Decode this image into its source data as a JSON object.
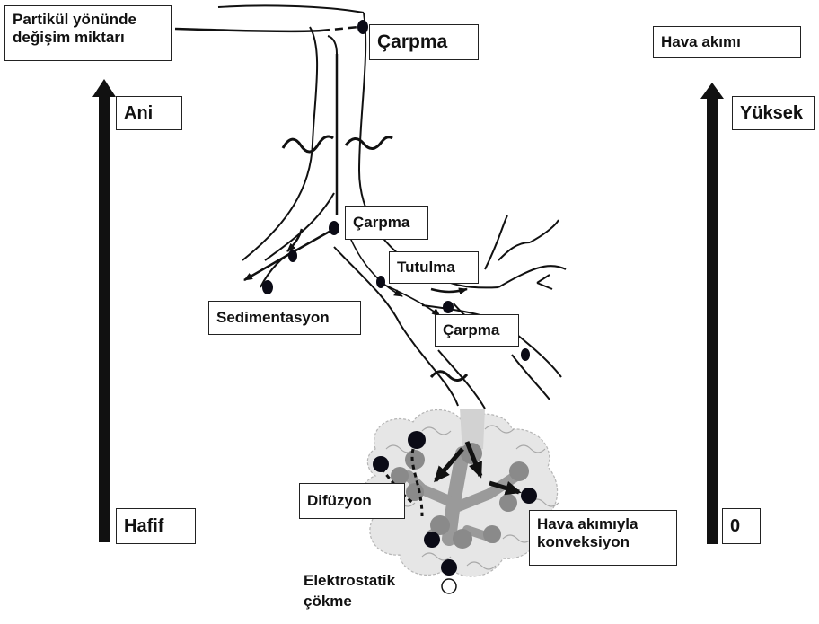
{
  "labels": {
    "particle_direction": "Partikül yönünde\ndeğişim miktarı",
    "impaction_top": "Çarpma",
    "airflow": "Hava akımı",
    "sudden": "Ani",
    "high": "Yüksek",
    "impaction_mid": "Çarpma",
    "interception": "Tutulma",
    "sedimentation": "Sedimentasyon",
    "impaction_low": "Çarpma",
    "diffusion": "Difüzyon",
    "mild": "Hafif",
    "zero": "0",
    "convection": "Hava akımıyla\nkonveksiyon",
    "electrostatic": "Elektrostatik\nçökme"
  },
  "colors": {
    "line": "#111111",
    "alveoli": "#9a9a9a",
    "particle": "#0b0b16",
    "airway_fill": "#d9d9d9"
  },
  "icons": {
    "left_scale": "up-arrow-icon",
    "right_scale": "up-arrow-icon"
  }
}
